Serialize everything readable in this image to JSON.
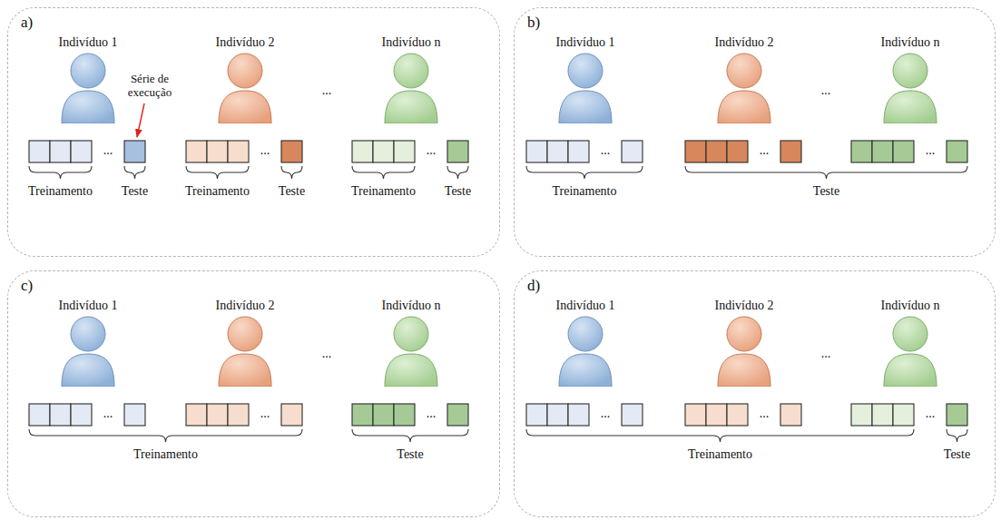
{
  "diagram": {
    "nodes": [
      {
        "text": [
          "a)"
        ]
      },
      {
        "text": [
          "Indivíduo 1"
        ],
        "in": 0
      },
      {
        "text": [
          "Indivíduo 2"
        ],
        "in": 0
      },
      {
        "text": [
          "Indivíduo n"
        ],
        "in": 0
      },
      {
        "text": [
          "b)"
        ]
      },
      {
        "text": [
          "Indivíduo 1"
        ],
        "in": 4
      },
      {
        "text": [
          "Indivíduo 2"
        ],
        "in": 4
      },
      {
        "text": [
          "Indivíduo n"
        ],
        "in": 4
      },
      {
        "text": [
          "c)"
        ]
      },
      {
        "text": [
          "Indivíduo 1"
        ],
        "in": 8
      },
      {
        "text": [
          "Indivíduo 2"
        ],
        "in": 8
      },
      {
        "text": [
          "Indivíduo n"
        ],
        "in": 8
      },
      {
        "text": [
          "d)"
        ]
      },
      {
        "text": [
          "Indivíduo 1"
        ],
        "in": 12
      },
      {
        "text": [
          "Indivíduo 2"
        ],
        "in": 12
      },
      {
        "text": [
          "Indivíduo n"
        ],
        "in": 12
      }
    ],
    "labels": [
      "Série de execução",
      "...",
      "...",
      "...",
      "...",
      "Treinamento",
      "Teste",
      "Treinamento",
      "Teste",
      "Treinamento",
      "Teste",
      "...",
      "...",
      "...",
      "...",
      "Treinamento",
      "Teste",
      "...",
      "...",
      "...",
      "...",
      "Treinamento",
      "Teste",
      "...",
      "...",
      "...",
      "...",
      "Treinamento",
      "Teste"
    ]
  }
}
